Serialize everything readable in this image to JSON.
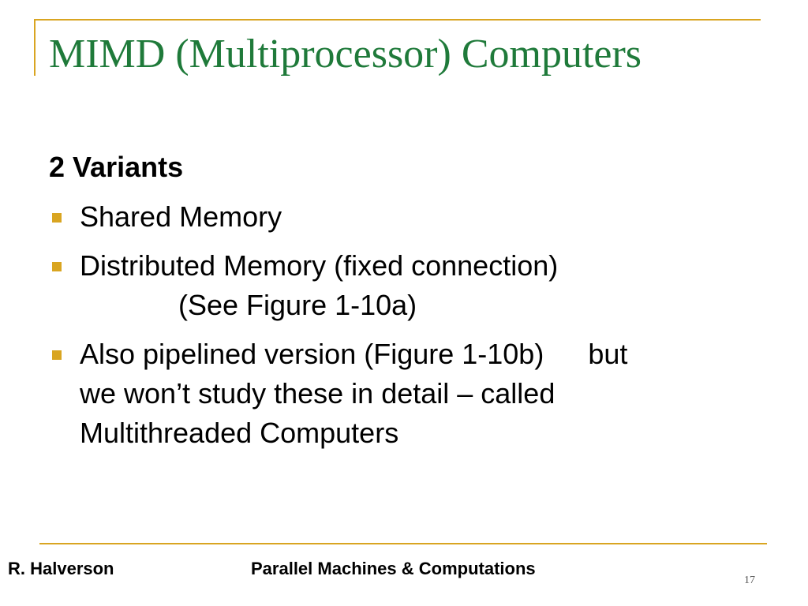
{
  "slide": {
    "title": "MIMD (Multiprocessor) Computers",
    "subheading": "2 Variants",
    "bullets": [
      {
        "lines": [
          "Shared Memory"
        ]
      },
      {
        "lines": [
          "Distributed Memory (fixed connection)",
          "(See Figure 1-10a)"
        ]
      },
      {
        "lines_main": "Also pipelined version (Figure 1-10b)",
        "lines_tail": "but",
        "lines": [
          "we won’t study these in detail – called",
          "Multithreaded Computers"
        ]
      }
    ]
  },
  "footer": {
    "author": "R. Halverson",
    "course": "Parallel Machines & Computations",
    "page_number": "17"
  },
  "colors": {
    "title": "#1f7a3a",
    "accent": "#d9a521",
    "text": "#000000"
  }
}
